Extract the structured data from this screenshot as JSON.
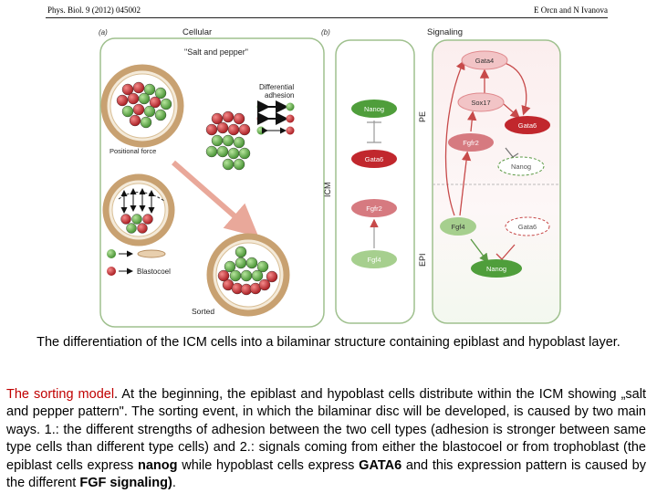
{
  "header": {
    "journal": "Phys. Biol. 9 (2012) 045002",
    "authors": "E Orcn and N Ivanova"
  },
  "figure": {
    "panel_a": {
      "label": "(a)",
      "heading": "Cellular",
      "salt_pepper": "\"Salt and pepper\"",
      "differential_line1": "Differential",
      "differential_line2": "adhesion",
      "positional_force": "Positional force",
      "blastocoel": "Blastocoel",
      "sorted": "Sorted"
    },
    "panel_b": {
      "label": "(b)",
      "heading": "Signaling",
      "icm_nodes": [
        "Nanog",
        "Gata6",
        "Fgfr2",
        "Fgf4"
      ],
      "side_labels": {
        "pe": "PE",
        "icm": "ICM",
        "epi": "EPI"
      },
      "net_nodes": {
        "gata4": "Gata4",
        "sox17": "Sox17",
        "gata6_pe": "Gata6",
        "fgfr2": "Fgfr2",
        "nanog_dashed": "Nanog",
        "fgf4": "Fgf4",
        "gata6_dashed": "Gata6",
        "nanog_epi": "Nanog"
      }
    },
    "colors": {
      "epiblast_green": "#5aa844",
      "hypoblast_red": "#c8262a",
      "panel_border": "#9fc08e"
    }
  },
  "caption": "The differentiation of the ICM cells into a bilaminar structure containing epiblast and hypoblast layer.",
  "body": {
    "lead": "The sorting model",
    "p1": ". At the beginning, the epiblast and hypoblast cells distribute within the ICM showing „salt and pepper pattern\". The sorting event, in which the bilaminar disc will be developed, is caused by two main ways. 1.: the different strengths of adhesion between the two cell types (adhesion is stronger between same type cells than different type cells) and 2.: signals coming from either the blastocoel or from trophoblast (the epiblast cells express ",
    "nanog": "nanog",
    "p2": " while hypoblast cells express ",
    "gata6": "GATA6",
    "p3": " and this expression pattern is caused by the different ",
    "fgf": "FGF signaling)",
    "end": "."
  }
}
